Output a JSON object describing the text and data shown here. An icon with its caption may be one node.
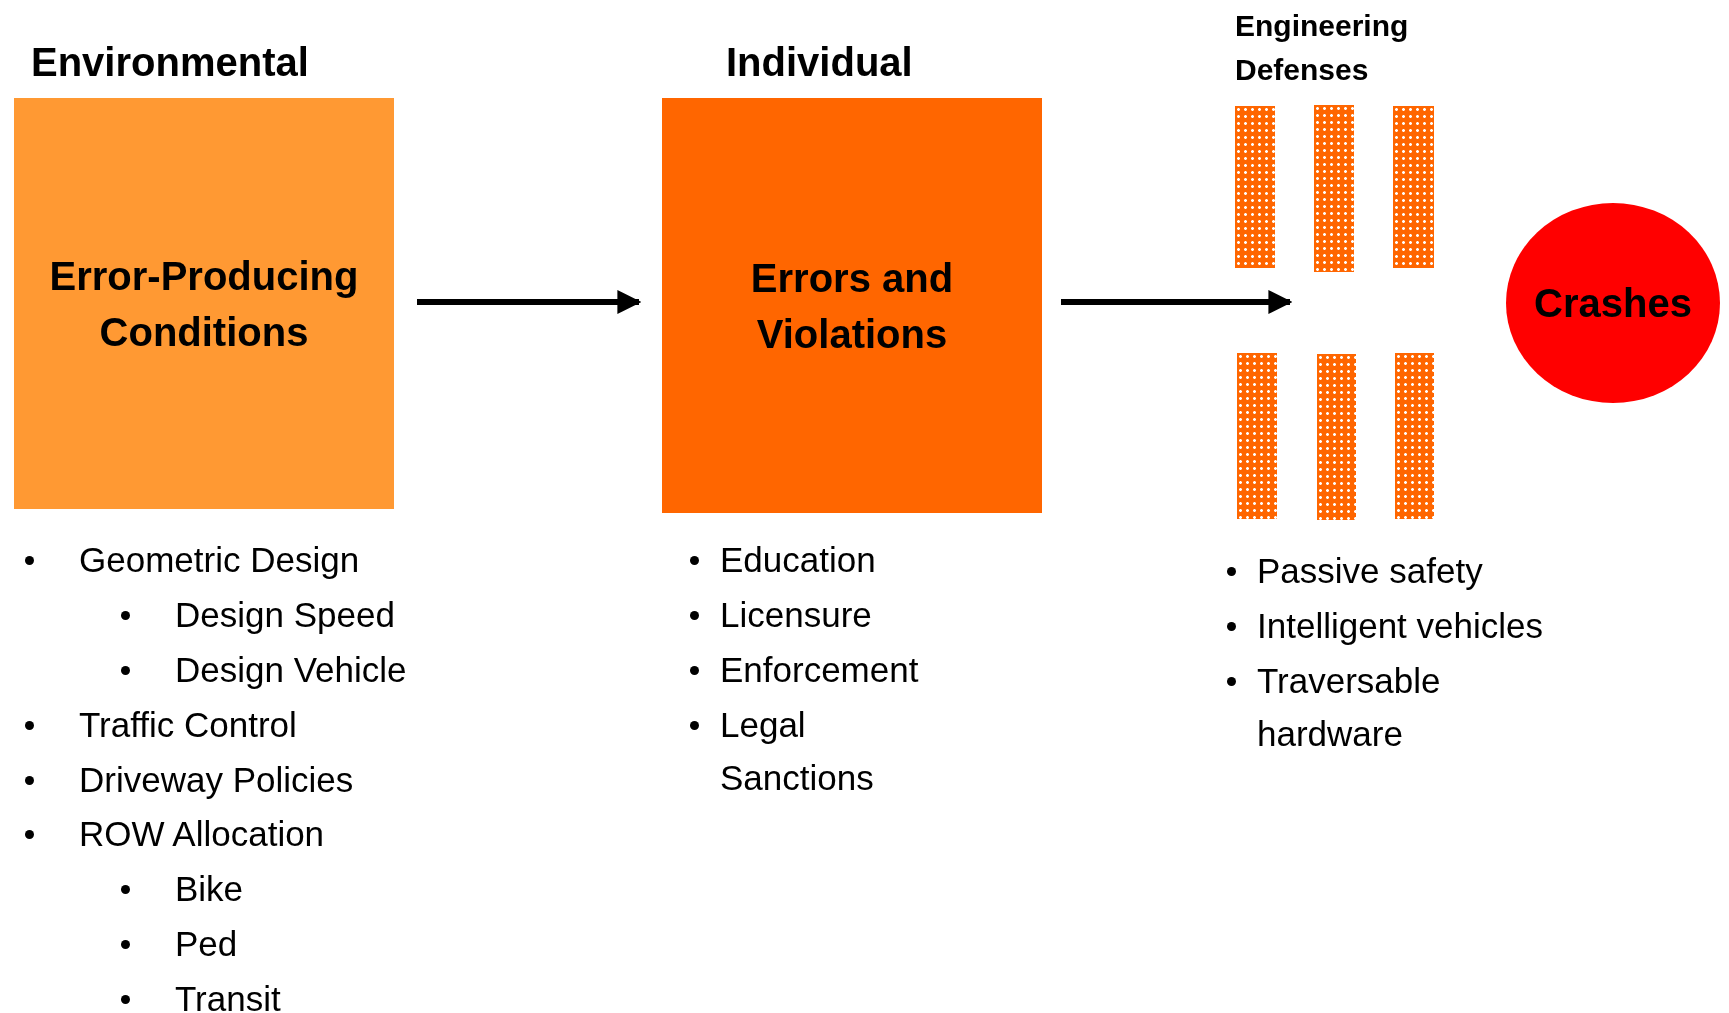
{
  "diagram": {
    "nodes": [
      {
        "text": [
          "Environmental",
          "Error-Producing Conditions"
        ]
      },
      {
        "text": [
          "Individual",
          "Errors and Violations"
        ]
      },
      {
        "text": [],
        "shape": "bar"
      },
      {
        "text": [],
        "shape": "bar"
      },
      {
        "text": [],
        "shape": "bar"
      },
      {
        "text": [],
        "shape": "bar"
      },
      {
        "text": [],
        "shape": "bar"
      },
      {
        "text": [],
        "shape": "bar"
      },
      {
        "text": [
          "Crashes"
        ]
      }
    ],
    "edges": [
      {
        "from": 0,
        "to": 1,
        "arrow": "to"
      },
      {
        "from": 1,
        "to": 2,
        "arrow": "to"
      }
    ],
    "labels": [
      "Engineering Defenses",
      "Geometric Design",
      "Design Speed",
      "Design Vehicle",
      "Traffic Control",
      "Driveway Policies",
      "ROW Allocation",
      "Bike",
      "Ped",
      "Transit",
      "Education",
      "Licensure",
      "Enforcement",
      "Legal Sanctions",
      "Passive safety",
      "Intelligent vehicles",
      "Traversable hardware"
    ]
  }
}
